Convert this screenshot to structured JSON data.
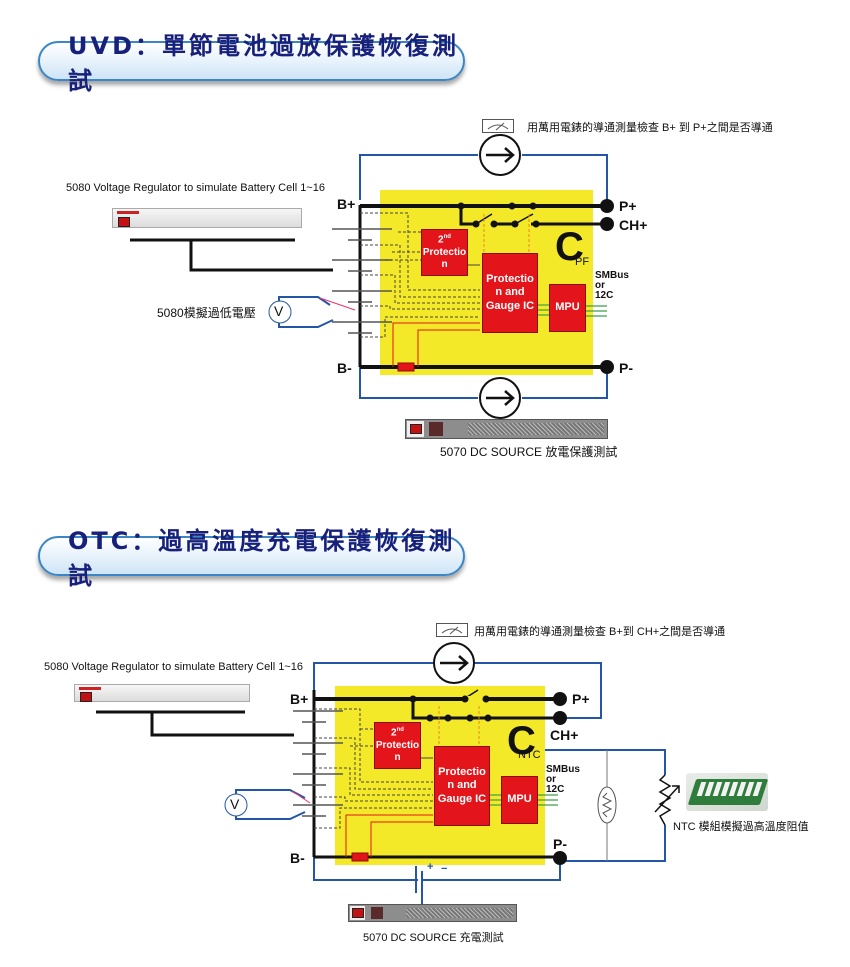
{
  "sections": [
    {
      "title": "UVD：單節電池過放保護恢復測試",
      "meter_note": "用萬用電錶的導通測量檢查 B+ 到 P+之間是否導通",
      "regulator_label": "5080 Voltage Regulator to simulate Battery Cell 1~16",
      "voltmeter_label": "5080模擬過低電壓",
      "voltmeter_symbol": "V",
      "terminals": {
        "bplus": "B+",
        "bminus": "B-",
        "pplus": "P+",
        "chplus": "CH+",
        "pminus": "P-"
      },
      "blocks": {
        "second_protection_sup": "nd",
        "second_protection_pre": "2",
        "second_protection": "Protectio\nn",
        "gauge_ic": "Protectio\nn and\nGauge IC",
        "mpu": "MPU"
      },
      "bus_label": "SMBus\nor\n12C",
      "c_label": "C",
      "c_subscript": "PF",
      "source_label": "5070 DC SOURCE  放電保護測試"
    },
    {
      "title": "OTC：過高溫度充電保護恢復測試",
      "meter_note": "用萬用電錶的導通測量檢查 B+到 CH+之間是否導通",
      "regulator_label": "5080 Voltage Regulator to simulate Battery Cell 1~16",
      "voltmeter_symbol": "V",
      "terminals": {
        "bplus": "B+",
        "bminus": "B-",
        "pplus": "P+",
        "chplus": "CH+",
        "pminus": "P-"
      },
      "blocks": {
        "second_protection_sup": "nd",
        "second_protection_pre": "2",
        "second_protection": "Protectio\nn",
        "gauge_ic": "Protectio\nn and\nGauge IC",
        "mpu": "MPU"
      },
      "bus_label": "SMBus\nor\n12C",
      "c_label": "C",
      "c_subscript": "NTC",
      "ntc_label": "NTC 模組模擬過高溫度阻值",
      "battery_plus": "+",
      "battery_minus": "−",
      "source_label": "5070 DC SOURCE 充電測試"
    }
  ],
  "icons": {
    "meter": "multimeter-icon",
    "current_source": "current-source-arrow-icon",
    "thermistor": "thermistor-icon",
    "variable_resistor": "variable-resistor-icon"
  }
}
